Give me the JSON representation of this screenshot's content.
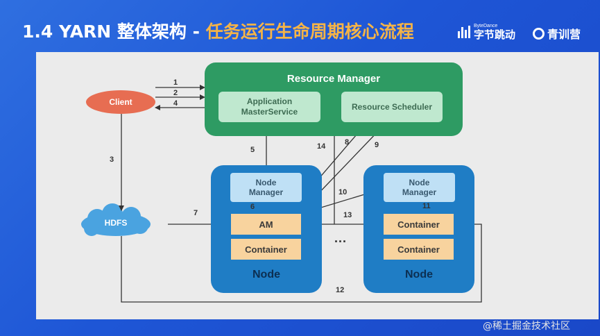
{
  "header": {
    "title_prefix": "1.4 YARN 整体架构 -",
    "title_highlight": "任务运行生命周期核心流程",
    "bytedance_small": "ByteDance",
    "bytedance_big": "字节跳动",
    "youth_camp": "青训营"
  },
  "diagram": {
    "client": "Client",
    "hdfs": "HDFS",
    "resource_manager": {
      "title": "Resource Manager",
      "app_master_service": "Application\nMasterService",
      "scheduler": "Resource Scheduler"
    },
    "node_left": {
      "node_manager": "Node\nManager",
      "am": "AM",
      "container": "Container",
      "label": "Node"
    },
    "node_right": {
      "node_manager": "Node\nManager",
      "container_1": "Container",
      "container_2": "Container",
      "label": "Node"
    },
    "ellipsis": "...",
    "step_labels": {
      "s1": "1",
      "s2": "2",
      "s3": "3",
      "s4": "4",
      "s5": "5",
      "s6": "6",
      "s7": "7",
      "s8": "8",
      "s9": "9",
      "s10": "10",
      "s11": "11",
      "s12": "12",
      "s13": "13",
      "s14": "14"
    }
  },
  "footer": {
    "watermark": "@稀土掘金技术社区"
  },
  "colors": {
    "background": "#2159d8",
    "title_highlight": "#f6b446",
    "resource_manager": "#2e9b63",
    "rm_inner": "#bfe8cf",
    "node": "#1f7dc5",
    "node_manager": "#bfe0f5",
    "am_container": "#f8d39e",
    "client": "#e76d52",
    "hdfs": "#4aa3e0"
  }
}
